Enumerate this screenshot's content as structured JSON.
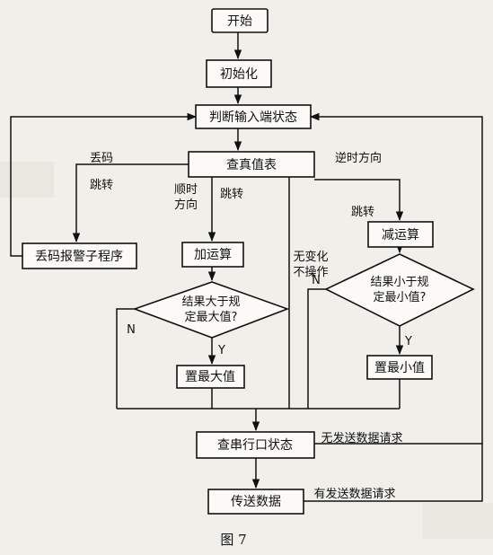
{
  "flowchart": {
    "start": "开始",
    "init": "初始化",
    "judge_input": "判断输入端状态",
    "lookup_table": "查真值表",
    "add": "加运算",
    "subtract": "减运算",
    "lost_code_alarm": "丢码报警子程序",
    "check_max_line1": "结果大于规",
    "check_max_line2": "定最大值?",
    "check_min_line1": "结果小于规",
    "check_min_line2": "定最小值?",
    "set_max": "置最大值",
    "set_min": "置最小值",
    "check_serial": "查串行口状态",
    "send_data": "传送数据"
  },
  "labels": {
    "lost_code": "丢码",
    "jump_left": "跳转",
    "cw_line1": "顺时",
    "cw_line2": "方向",
    "jump_cw": "跳转",
    "ccw": "逆时方向",
    "jump_ccw": "跳转",
    "no_change_line1": "无变化",
    "no_change_line2": "不操作",
    "n_left": "N",
    "y_left": "Y",
    "n_right": "N",
    "y_right": "Y",
    "no_send_request": "无发送数据请求",
    "has_send_request": "有发送数据请求"
  },
  "caption": "图 7"
}
